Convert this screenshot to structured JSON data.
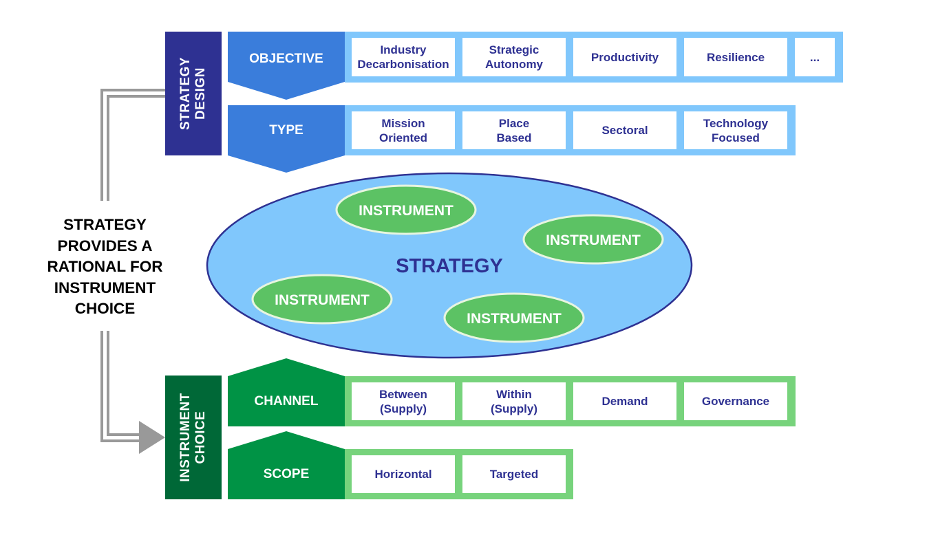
{
  "colors": {
    "design_dark": "#2e3192",
    "design_mid": "#3a7ddb",
    "design_light": "#80c7fc",
    "choice_dark": "#006837",
    "choice_mid": "#009345",
    "choice_light": "#77d37c",
    "cell_text": "#2e3192",
    "strategy_fill": "#80c7fc",
    "instrument_fill": "#5cc264",
    "arrow": "#999999"
  },
  "left_note": "STRATEGY\nPROVIDES A\nRATIONAL FOR\nINSTRUMENT\nCHOICE",
  "strategy_design": {
    "label": "STRATEGY\nDESIGN",
    "rows": [
      {
        "category": "OBJECTIVE",
        "items": [
          "Industry\nDecarbonisation",
          "Strategic\nAutonomy",
          "Productivity",
          "Resilience",
          "..."
        ]
      },
      {
        "category": "TYPE",
        "items": [
          "Mission\nOriented",
          "Place\nBased",
          "Sectoral",
          "Technology\nFocused"
        ]
      }
    ]
  },
  "strategy": {
    "label": "STRATEGY",
    "instruments": [
      "INSTRUMENT",
      "INSTRUMENT",
      "INSTRUMENT",
      "INSTRUMENT"
    ]
  },
  "instrument_choice": {
    "label": "INSTRUMENT\nCHOICE",
    "rows": [
      {
        "category": "CHANNEL",
        "items": [
          "Between\n(Supply)",
          "Within\n(Supply)",
          "Demand",
          "Governance"
        ]
      },
      {
        "category": "SCOPE",
        "items": [
          "Horizontal",
          "Targeted"
        ]
      }
    ]
  }
}
